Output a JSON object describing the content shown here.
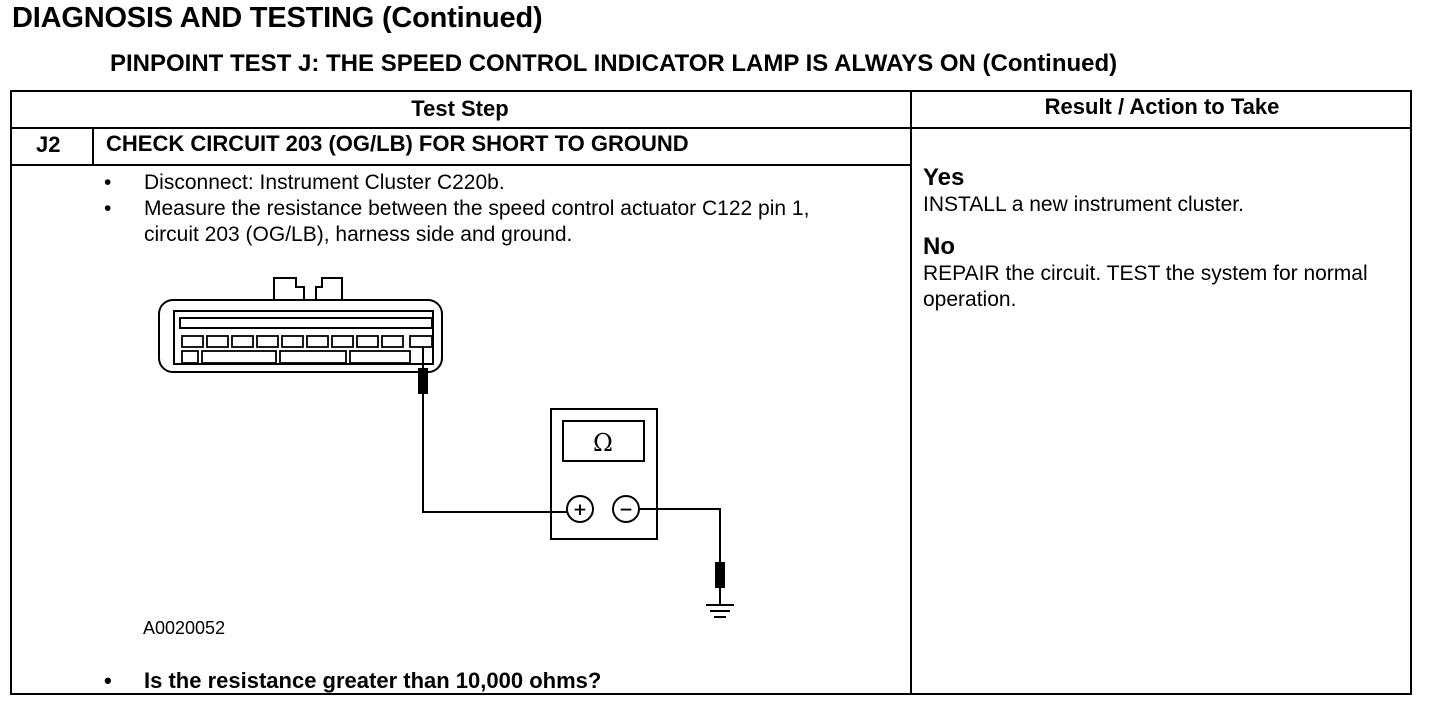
{
  "page_title": "DIAGNOSIS AND TESTING (Continued)",
  "test_title": "PINPOINT TEST J: THE SPEED CONTROL INDICATOR LAMP IS ALWAYS ON (Continued)",
  "table": {
    "col_test_step": "Test Step",
    "col_result": "Result / Action to Take"
  },
  "step": {
    "id": "J2",
    "title": "CHECK CIRCUIT 203 (OG/LB) FOR SHORT TO GROUND",
    "bullets": [
      "Disconnect: Instrument Cluster C220b.",
      "Measure the resistance between the speed control actuator C122 pin 1, circuit 203 (OG/LB), harness side and ground."
    ],
    "bullet_symbol": "•",
    "figure_id": "A0020052",
    "question": "Is the resistance greater than 10,000 ohms?"
  },
  "meter": {
    "unit_symbol": "Ω",
    "plus_symbol": "+",
    "minus_symbol": "−"
  },
  "results": [
    {
      "answer": "Yes",
      "action": "INSTALL a new instrument cluster."
    },
    {
      "answer": "No",
      "action": "REPAIR the circuit. TEST the system for normal operation."
    }
  ]
}
